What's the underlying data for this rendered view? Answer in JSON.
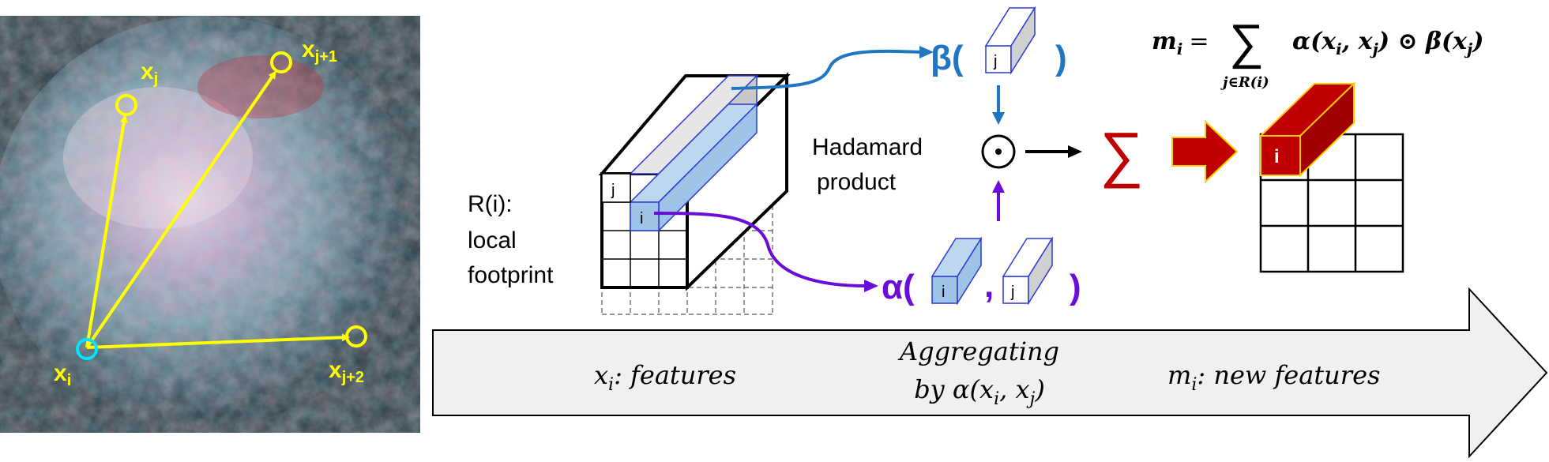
{
  "image_panel": {
    "labels": {
      "xi": "x",
      "xi_sub": "i",
      "xj": "x",
      "xj_sub": "j",
      "xj1": "x",
      "xj1_sub": "j+1",
      "xj2": "x",
      "xj2_sub": "j+2"
    }
  },
  "footprint_label": {
    "line1": "R(i):",
    "line2": "local",
    "line3": "footprint"
  },
  "cube_labels": {
    "j": "j",
    "i": "i"
  },
  "beta": {
    "open": "β(",
    "close": ")",
    "box_label": "j"
  },
  "alpha": {
    "open": "α(",
    "comma": ",",
    "close": ")",
    "box1_label": "i",
    "box2_label": "j"
  },
  "hadamard": {
    "line1": "Hadamard",
    "line2": "product",
    "symbol": "⊙"
  },
  "sum_symbol": "∑",
  "output_cell_label": "i",
  "formula": {
    "lhs": "m",
    "lhs_sub": "i",
    "eq": "=",
    "sigma": "∑",
    "sum_range": "j∈R(i)",
    "body": "α(x",
    "body_sub1": "i",
    "body_mid": ", x",
    "body_sub2": "j",
    "body_close": ") ⊙ β(x",
    "body_sub3": "j",
    "body_end": ")"
  },
  "arrow_banner": {
    "left_main": "x",
    "left_sub": "i",
    "left_rest": ": features",
    "center_line1": "Aggregating",
    "center_line2": "by α(x",
    "center_sub1": "i",
    "center_mid": ", x",
    "center_sub2": "j",
    "center_end": ")",
    "right_main": "m",
    "right_sub": "i",
    "right_rest": ": new features"
  },
  "colors": {
    "yellow": "#ffff00",
    "cyan": "#00e5ff",
    "beta_blue": "#1f77c4",
    "alpha_purple": "#6a0dd6",
    "red": "#c00000",
    "light_blue": "#9dc3e6",
    "banner_fill": "#f0f0f0"
  }
}
